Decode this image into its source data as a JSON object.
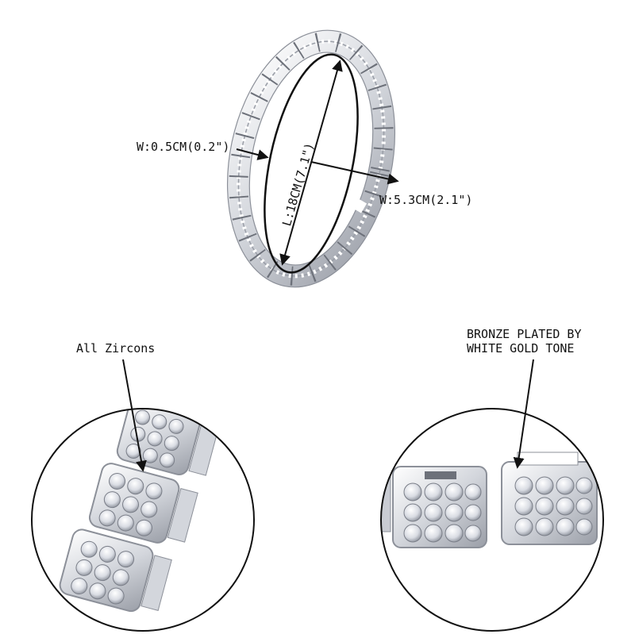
{
  "labels": {
    "width_band": "W:0.5CM(0.2\")",
    "length": "L:18CM(7.1\")",
    "width_opening": "W:5.3CM(2.1\")",
    "zircons": "All Zircons",
    "plating_line1": "BRONZE PLATED BY",
    "plating_line2": "WHITE GOLD TONE"
  },
  "colors": {
    "metal_light": "#f2f3f6",
    "metal_mid": "#c9ccd3",
    "metal_dark": "#8c9099",
    "stone": "#e8eaf0",
    "line": "#111111"
  }
}
